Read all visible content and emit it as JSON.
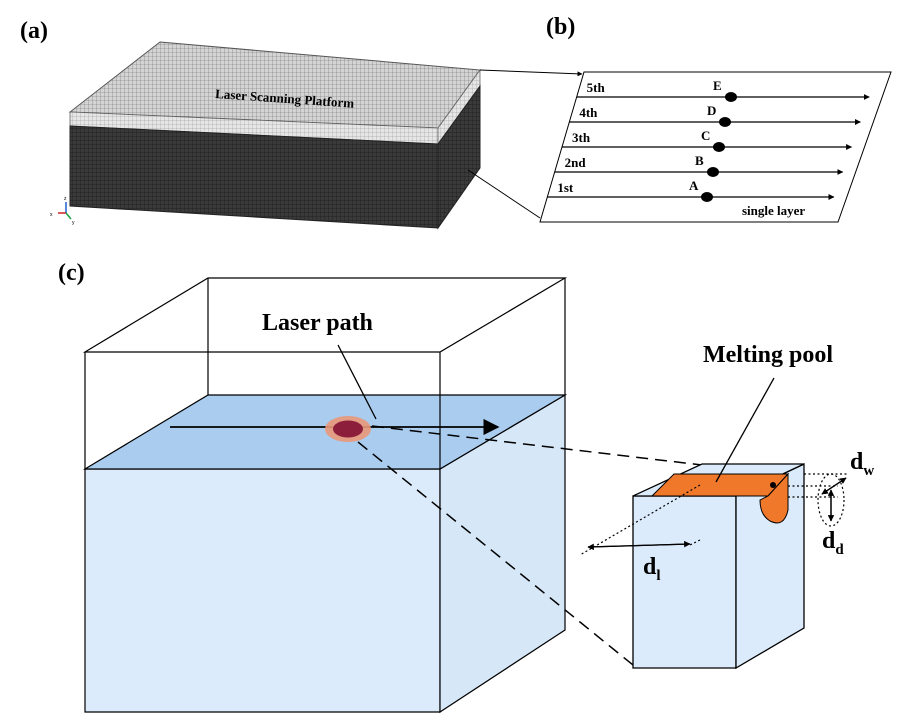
{
  "panels": {
    "a": {
      "label": "(a)",
      "platform_label": "Laser Scanning Platform",
      "axes_triad": [
        "x",
        "y",
        "z"
      ]
    },
    "b": {
      "label": "(b)",
      "tracks": [
        {
          "name": "5th",
          "point": "E"
        },
        {
          "name": "4th",
          "point": "D"
        },
        {
          "name": "3th",
          "point": "C"
        },
        {
          "name": "2nd",
          "point": "B"
        },
        {
          "name": "1st",
          "point": "A"
        }
      ],
      "footer": "single layer"
    },
    "c": {
      "label": "(c)",
      "laser_path_label": "Laser path",
      "melting_pool_label": "Melting pool",
      "dimensions": {
        "width": {
          "base": "d",
          "sub": "w"
        },
        "depth": {
          "base": "d",
          "sub": "d"
        },
        "length": {
          "base": "d",
          "sub": "l"
        }
      }
    }
  },
  "colors": {
    "substrate_top": "#a9ccef",
    "substrate_side": "#dcebfb",
    "melt_pool": "#f0782a",
    "laser_core": "#8c1e3c",
    "laser_halo": "#e89878",
    "mesh_top": "#bdbdbd",
    "mesh_side": "#2e2e2e"
  }
}
